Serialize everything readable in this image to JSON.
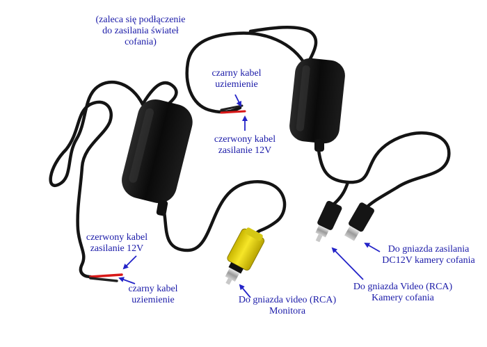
{
  "labels": {
    "note": [
      "(zaleca się podłączenie",
      "do zasilania świateł",
      "cofania)"
    ],
    "top_black_wire": [
      "czarny kabel",
      "uziemienie"
    ],
    "top_red_wire": [
      "czerwony kabel",
      "zasilanie 12V"
    ],
    "left_red_wire": [
      "czerwony kabel",
      "zasilanie 12V"
    ],
    "left_black_wire": [
      "czarny kabel",
      "uziemienie"
    ],
    "rca_monitor": [
      "Do gniazda video (RCA)",
      "Monitora"
    ],
    "dc_power": [
      "Do gniazda zasilania",
      "DC12V kamery cofania"
    ],
    "rca_camera": [
      "Do gniazda Video (RCA)",
      "Kamery cofania"
    ]
  },
  "colors": {
    "label_text": "#1a1aa8",
    "arrow": "#2323c8",
    "cable": "#141414",
    "box": "#0e0e0e",
    "rca_yellow": "#f0e020",
    "red_wire": "#d81818",
    "background": "#ffffff"
  }
}
